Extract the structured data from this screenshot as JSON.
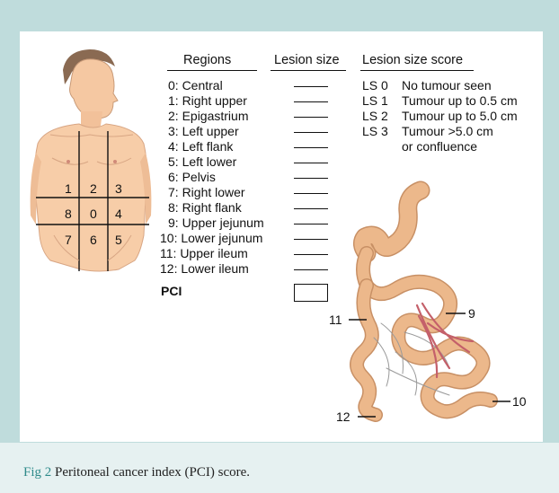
{
  "headers": {
    "regions": "Regions",
    "lesion_size": "Lesion size",
    "lesion_size_score": "Lesion size score"
  },
  "regions": [
    "0: Central",
    "1: Right upper",
    "2: Epigastrium",
    "3: Left upper",
    "4: Left flank",
    "5: Left lower",
    "6: Pelvis",
    "7: Right lower",
    "8: Right flank",
    "9: Upper jejunum",
    "10: Lower jejunum",
    "11: Upper ileum",
    "12: Lower ileum"
  ],
  "pci_label": "PCI",
  "scores": [
    {
      "code": "LS 0",
      "desc": "No tumour seen"
    },
    {
      "code": "LS 1",
      "desc": "Tumour up to 0.5 cm"
    },
    {
      "code": "LS 2",
      "desc": "Tumour up to 5.0 cm"
    },
    {
      "code": "LS 3",
      "desc": "Tumour >5.0 cm"
    }
  ],
  "score_continuation": "or confluence",
  "grid_numbers": [
    "1",
    "2",
    "3",
    "8",
    "0",
    "4",
    "7",
    "6",
    "5"
  ],
  "intestine_labels": {
    "l9": "9",
    "l10": "10",
    "l11": "11",
    "l12": "12"
  },
  "caption": {
    "fig": "Fig 2",
    "text": "Peritoneal cancer index (PCI) score."
  },
  "colors": {
    "frame": "#bfdcdc",
    "caption_bg": "#e6f1f1",
    "fig_label": "#2e8a8a",
    "skin": "#f5c8a2",
    "bowel": "#e9b383"
  }
}
